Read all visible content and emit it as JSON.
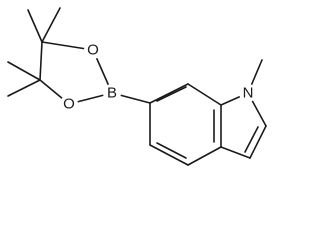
{
  "molecule": {
    "atom_labels": {
      "boron": "B",
      "oxygen_top": "O",
      "oxygen_bottom": "O",
      "nitrogen": "N"
    }
  },
  "colors": {
    "bond": "#1a1a1a",
    "background": "#ffffff"
  }
}
